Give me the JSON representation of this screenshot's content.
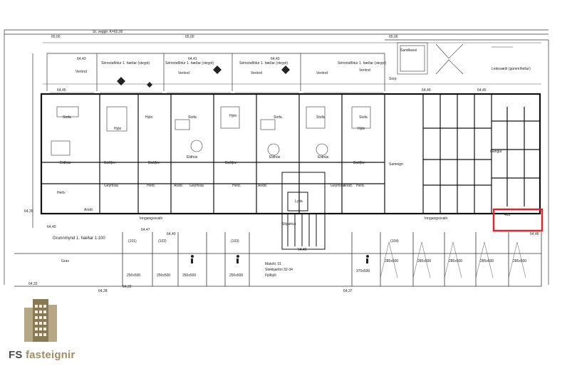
{
  "plan": {
    "title_line1": "Grunnmynd 1. hæðar 1:100",
    "stamp_line1": "Matshl. 01",
    "stamp_line2": "Stekkjarlón 32-34",
    "stamp_line3": "Fjölbýli",
    "top_dims": [
      "65,00",
      "65,00",
      "65,00"
    ],
    "road_label": "St. veggir. K=65,00",
    "levels": [
      "64,43",
      "64,41",
      "64,43",
      "64,45",
      "64,49",
      "64,45",
      "64,47",
      "64,40",
      "64,40",
      "64,35",
      "64,33",
      "64,28",
      "64,29",
      "64,37",
      "64,46",
      "64,49"
    ],
    "terrace_label": "Sérnotaflötur 1. hæðar (steypt)",
    "veranda_label": "Verönd",
    "rooms": {
      "stofa": "Stofa",
      "hjon": "Hjón",
      "eldhus": "Eldhús",
      "bad": "Bað/þv.",
      "geymsla": "Geymsla",
      "herb": "Herb.",
      "anddyri": "Andd.",
      "samegin": "Sameign",
      "gangur": "Gangur",
      "inngangssvalir": "Inngangssvalir",
      "stigahus": "Stigahús",
      "lyfta": "Lyfta",
      "sorpskyli": "Sorp",
      "leiksvaedi": "Leiksvæði (gúmmíhellur)",
      "sandkassi": "Sandkassi",
      "gras": "Gras"
    },
    "parking": {
      "labels": [
        "(101)",
        "(102)",
        "(103)",
        "(104)"
      ],
      "size_a": "250x500",
      "size_b": "285x500",
      "size_c": "370x500"
    },
    "highlight_label": "403"
  },
  "brand": {
    "name_part1": "FS ",
    "name_part2": "fasteignir",
    "accent_color": "#a08d64",
    "text_color": "#4a4a4a"
  }
}
